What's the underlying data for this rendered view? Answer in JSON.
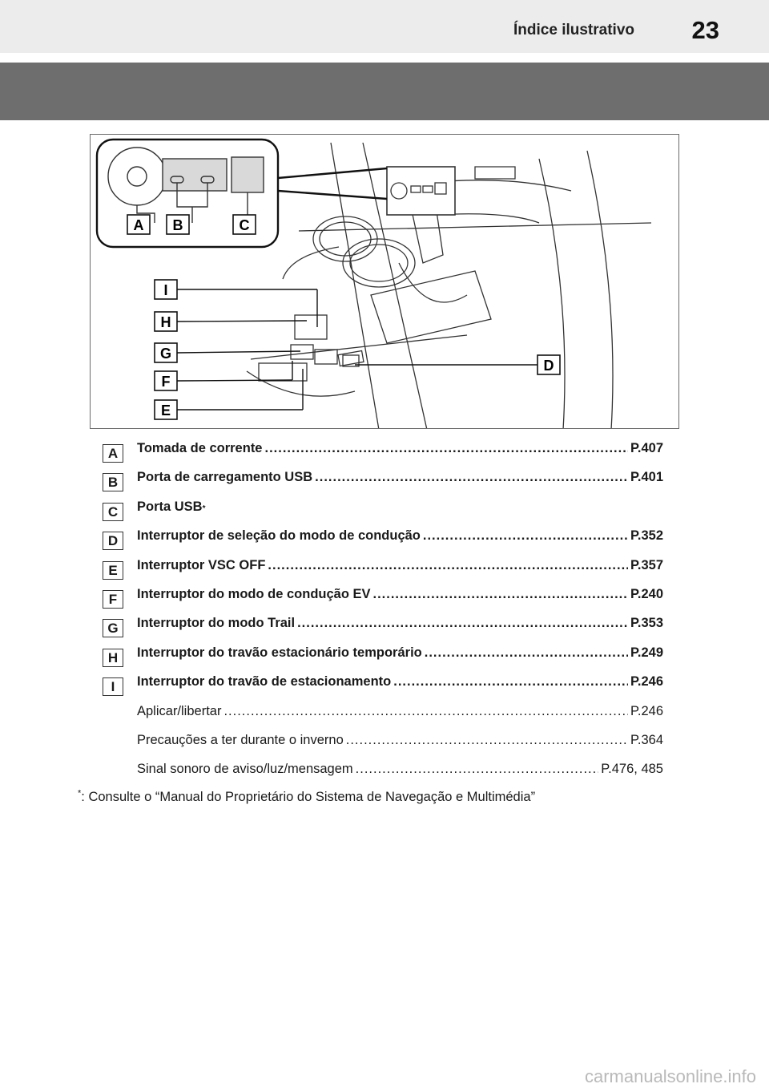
{
  "header": {
    "section_title": "Índice ilustrativo",
    "page_number": "23"
  },
  "figure": {
    "callouts": [
      "A",
      "B",
      "C",
      "D",
      "E",
      "F",
      "G",
      "H",
      "I"
    ]
  },
  "entries": [
    {
      "letter": "A",
      "label": "Tomada de corrente",
      "ref": "P.407"
    },
    {
      "letter": "B",
      "label": "Porta de carregamento USB",
      "ref": "P.401"
    },
    {
      "letter": "C",
      "label": "Porta USB",
      "marker": "*",
      "ref": ""
    },
    {
      "letter": "D",
      "label": "Interruptor de seleção do modo de condução",
      "ref": "P.352"
    },
    {
      "letter": "E",
      "label": "Interruptor VSC OFF",
      "ref": "P.357"
    },
    {
      "letter": "F",
      "label": "Interruptor do modo de condução EV",
      "ref": "P.240"
    },
    {
      "letter": "G",
      "label": "Interruptor do modo Trail",
      "ref": "P.353"
    },
    {
      "letter": "H",
      "label": "Interruptor do travão estacionário temporário",
      "ref": "P.249"
    },
    {
      "letter": "I",
      "label": "Interruptor do travão de estacionamento",
      "ref": "P.246"
    }
  ],
  "subentries": [
    {
      "label": "Aplicar/libertar",
      "ref": "P.246"
    },
    {
      "label": "Precauções a ter durante o inverno",
      "ref": "P.364"
    },
    {
      "label": "Sinal sonoro de aviso/luz/mensagem",
      "ref": "P.476, 485"
    }
  ],
  "footnote": {
    "marker": "*",
    "text": ": Consulte o “Manual do Proprietário do Sistema de Navegação e Multimédia”"
  },
  "watermark": "carmanualsonline.info"
}
